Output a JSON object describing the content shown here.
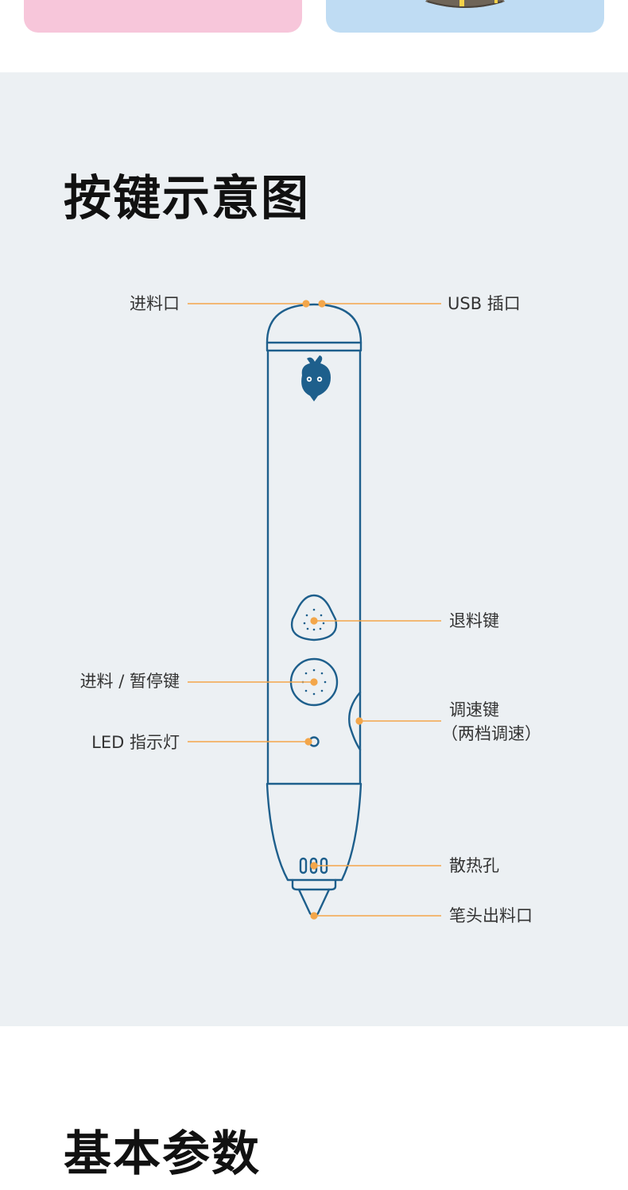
{
  "diagram": {
    "title": "按键示意图",
    "callouts": {
      "feed_inlet": "进料口",
      "usb_port": "USB 插口",
      "retract_key": "退料键",
      "feed_pause_key": "进料 / 暂停键",
      "speed_key_line1": "调速键",
      "speed_key_line2": "（两档调速）",
      "led_indicator": "LED 指示灯",
      "heat_vents": "散热孔",
      "nozzle_outlet": "笔头出料口"
    }
  },
  "params": {
    "title": "基本参数"
  },
  "colors": {
    "pen_outline": "#1e5f8c",
    "callout_line": "#f3a64a",
    "section_bg": "#ecf0f3",
    "pink_card": "#f7c6da",
    "blue_card": "#bfdcf3"
  }
}
